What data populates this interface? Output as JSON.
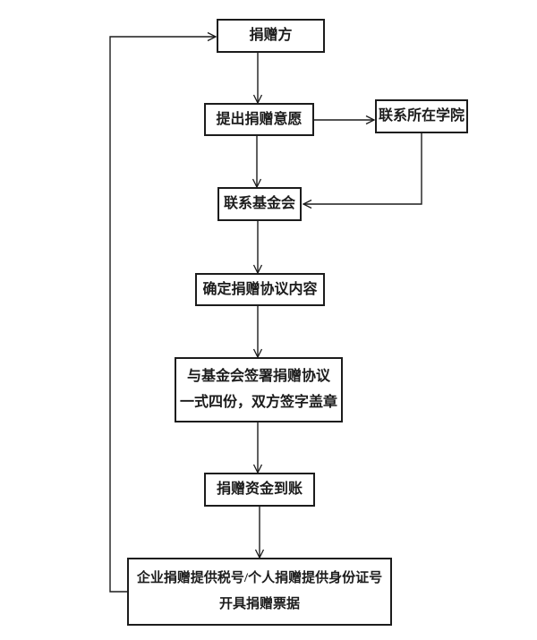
{
  "flowchart": {
    "nodes": {
      "donor": {
        "label": "捐赠方"
      },
      "propose_intention": {
        "label": "提出捐赠意愿"
      },
      "contact_college": {
        "label": "联系所在学院"
      },
      "contact_foundation": {
        "label": "联系基金会"
      },
      "determine_agreement": {
        "label": "确定捐赠协议内容"
      },
      "sign_agreement": {
        "line1": "与基金会签署捐赠协议",
        "line2": "一式四份，双方签字盖章"
      },
      "funds_received": {
        "label": "捐赠资金到账"
      },
      "issue_receipt": {
        "line1": "企业捐赠提供税号/个人捐赠提供身份证号",
        "line2": "开具捐赠票据"
      }
    },
    "edges": [
      {
        "from": "donor",
        "to": "propose_intention"
      },
      {
        "from": "propose_intention",
        "to": "contact_college"
      },
      {
        "from": "propose_intention",
        "to": "contact_foundation"
      },
      {
        "from": "contact_college",
        "to": "contact_foundation"
      },
      {
        "from": "contact_foundation",
        "to": "determine_agreement"
      },
      {
        "from": "determine_agreement",
        "to": "sign_agreement"
      },
      {
        "from": "sign_agreement",
        "to": "funds_received"
      },
      {
        "from": "funds_received",
        "to": "issue_receipt"
      },
      {
        "from": "issue_receipt",
        "to": "donor"
      }
    ],
    "colors": {
      "line": "#1c1c1c",
      "box_border": "#1c1c1c",
      "text": "#1c1c1c",
      "background": "#ffffff"
    }
  }
}
